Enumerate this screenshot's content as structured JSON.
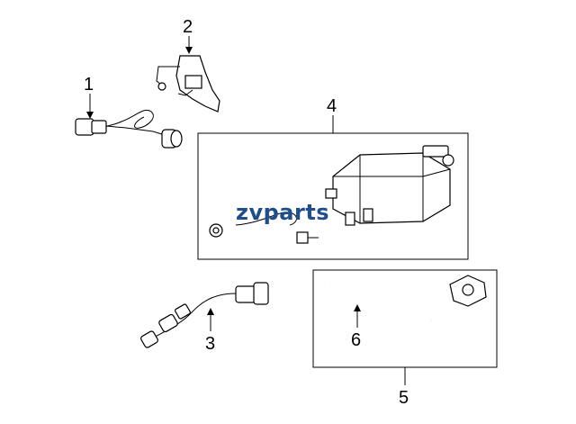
{
  "diagram": {
    "callouts": [
      {
        "id": "1",
        "label": "1"
      },
      {
        "id": "2",
        "label": "2"
      },
      {
        "id": "3",
        "label": "3"
      },
      {
        "id": "4",
        "label": "4"
      },
      {
        "id": "5",
        "label": "5"
      },
      {
        "id": "6",
        "label": "6"
      }
    ],
    "watermark": "zvparts",
    "colors": {
      "line": "#000000",
      "watermark_a": "#1f4e8c",
      "watermark_b": "#4a8a2a",
      "fill": "#ffffff"
    }
  }
}
